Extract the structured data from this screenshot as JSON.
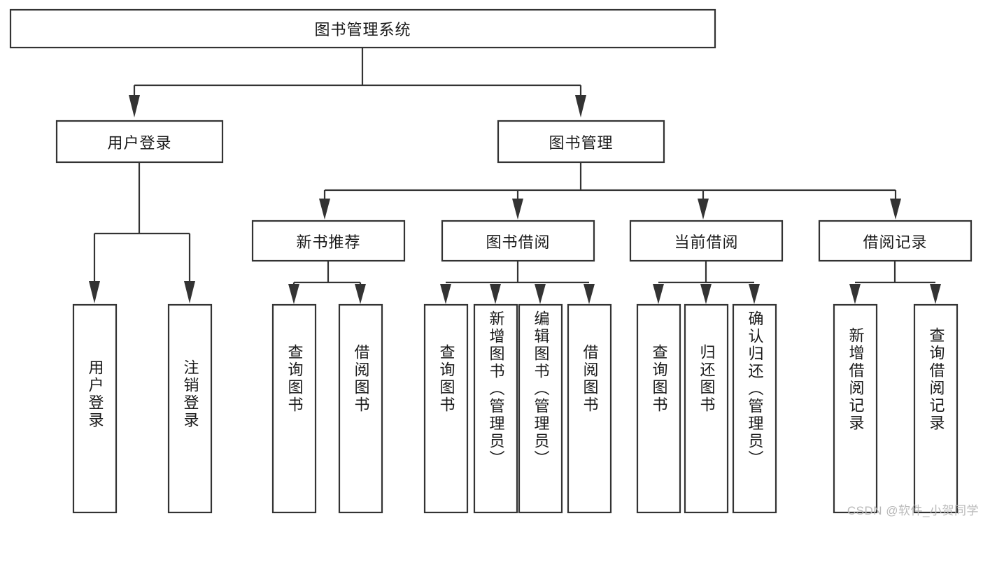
{
  "diagram": {
    "title": "图书管理系统",
    "type": "hierarchy-tree",
    "style": {
      "box_fill": "#ffffff",
      "box_stroke": "#333333",
      "text_color": "#1a1a1a",
      "background": "#ffffff",
      "watermark_color": "#b9b9b9"
    },
    "levels": {
      "root": {
        "label": "图书管理系统"
      },
      "level2": [
        {
          "label": "用户登录"
        },
        {
          "label": "图书管理"
        }
      ],
      "level3": [
        {
          "label": "新书推荐"
        },
        {
          "label": "图书借阅"
        },
        {
          "label": "当前借阅"
        },
        {
          "label": "借阅记录"
        }
      ],
      "leaves_user_login": [
        {
          "label": "用户登录"
        },
        {
          "label": "注销登录"
        }
      ],
      "leaves_new_book": [
        {
          "label": "查询图书"
        },
        {
          "label": "借阅图书"
        }
      ],
      "leaves_borrow": [
        {
          "label": "查询图书"
        },
        {
          "label": "新增图书（管理员）"
        },
        {
          "label": "编辑图书（管理员）"
        },
        {
          "label": "借阅图书"
        }
      ],
      "leaves_current": [
        {
          "label": "查询图书"
        },
        {
          "label": "归还图书"
        },
        {
          "label": "确认归还（管理员）"
        }
      ],
      "leaves_records": [
        {
          "label": "新增借阅记录"
        },
        {
          "label": "查询借阅记录"
        }
      ]
    }
  },
  "watermark": {
    "text": "CSDN @软件_小贺同学"
  }
}
